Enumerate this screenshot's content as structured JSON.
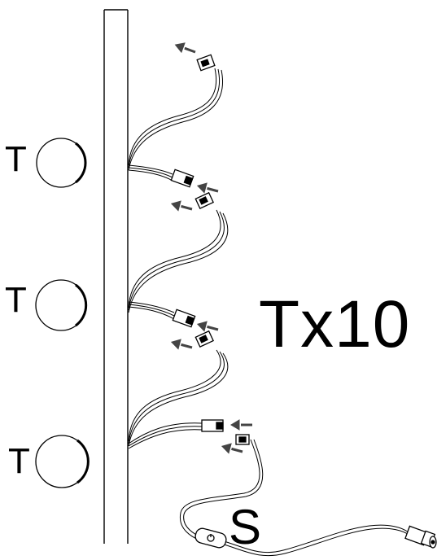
{
  "labels": {
    "tile_markers": [
      "T",
      "T",
      "T"
    ],
    "quantity": "Tx10",
    "switch": "S"
  },
  "colors": {
    "line": "#000000",
    "arrow": "#444444",
    "background": "#ffffff"
  },
  "icons": [
    "arrow-icon",
    "connector-icon",
    "switch-icon",
    "power-plug-icon"
  ]
}
